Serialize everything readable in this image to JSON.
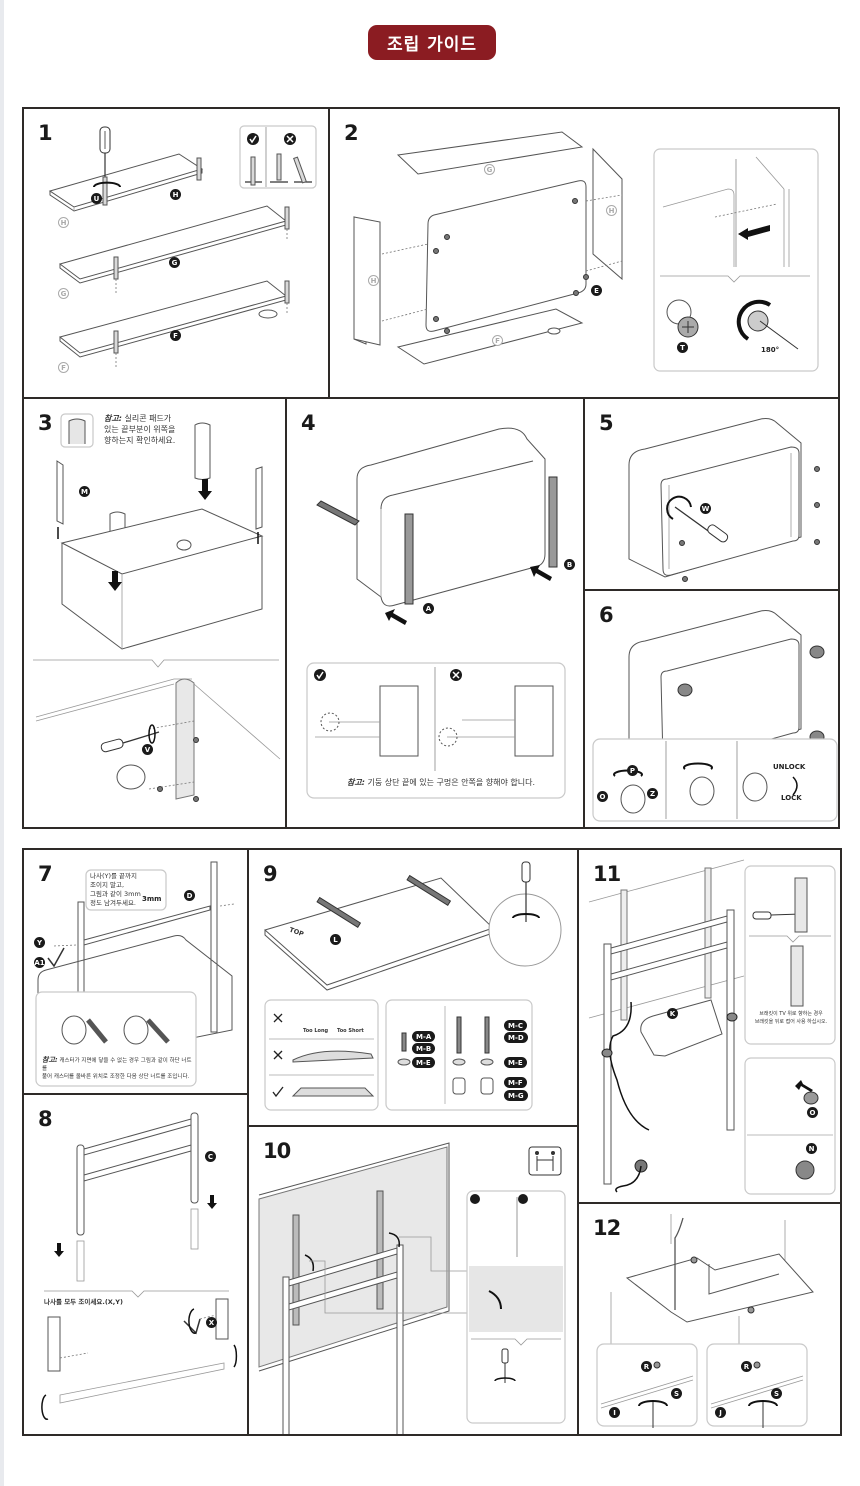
{
  "page": {
    "title": "조립 가이드",
    "accent_color": "#8b1c22",
    "frame_color": "#2e2a28"
  },
  "steps": [
    {
      "number": "1",
      "part_labels": [
        "U",
        "H",
        "G",
        "F"
      ],
      "faded_labels": [
        "H",
        "G",
        "F"
      ],
      "icons": [
        "screwdriver-icon",
        "rotate-icon",
        "correct-check-icon",
        "incorrect-x-icon",
        "cam-bolt-icon"
      ]
    },
    {
      "number": "2",
      "part_labels": [
        "E",
        "T"
      ],
      "faded_labels": [
        "G",
        "H",
        "H",
        "F"
      ],
      "angle_label": "180°",
      "icons": [
        "panel-icon",
        "cam-lock-icon",
        "rotate-icon",
        "arrow-icon"
      ]
    },
    {
      "number": "3",
      "part_labels": [
        "M",
        "V"
      ],
      "note_prefix": "참고:",
      "note_text": "실리콘 패드가 있는 끝부분이 위쪽을 향하는지 확인하세요.",
      "note_lines": [
        "실리콘 패드가",
        "있는 끝부분이 위쪽을",
        "향하는지 확인하세요."
      ],
      "icons": [
        "pad-cover-icon",
        "down-arrow-icon",
        "screwdriver-icon"
      ]
    },
    {
      "number": "4",
      "part_labels": [
        "A",
        "B"
      ],
      "note_prefix": "참고:",
      "note_text": "기둥 상단 끝에 있는 구멍은 안쪽을 향해야 합니다.",
      "icons": [
        "correct-check-icon",
        "incorrect-x-icon",
        "arrow-icon"
      ]
    },
    {
      "number": "5",
      "part_labels": [
        "W"
      ],
      "icons": [
        "screwdriver-icon",
        "rotate-icon",
        "screw-icon"
      ]
    },
    {
      "number": "6",
      "part_labels": [
        "P",
        "O",
        "Z"
      ],
      "unlock_label": "UNLOCK",
      "lock_label": "LOCK",
      "icons": [
        "caster-icon",
        "rotate-icon",
        "curved-arrow-icon"
      ]
    },
    {
      "number": "7",
      "part_labels": [
        "D",
        "Y",
        "A1"
      ],
      "callout_lines": [
        "나사(Y)를 끝까지",
        "조이지 말고,",
        "그림과 같이 3mm",
        "정도 남겨두세요."
      ],
      "measure_label": "3mm",
      "note_prefix": "참고:",
      "note_lines": [
        "캐스터가 지면에 닿을 수 없는 경우 그림과 같이 하단 너트를",
        "풀어 캐스터를 올바른 위치로 조정한 다음 상단 너트를 조입니다."
      ],
      "icons": [
        "allen-key-icon",
        "wrench-icon",
        "caster-icon"
      ]
    },
    {
      "number": "8",
      "part_labels": [
        "C",
        "X"
      ],
      "instruction": "나사를 모두 조이세요.(X,Y)",
      "icons": [
        "down-arrow-icon",
        "allen-key-icon",
        "rotate-icon"
      ]
    },
    {
      "number": "9",
      "part_labels": [
        "L"
      ],
      "top_label": "TOP",
      "too_long_label": "Too Long",
      "too_short_label": "Too Short",
      "hardware_labels": [
        "M-A",
        "M-B",
        "M-E",
        "M-C",
        "M-D",
        "M-E",
        "M-F",
        "M-G"
      ],
      "icons": [
        "screwdriver-icon",
        "incorrect-x-icon",
        "correct-check-icon",
        "bolt-icon",
        "washer-icon",
        "spacer-icon"
      ]
    },
    {
      "number": "10",
      "icons": [
        "two-person-lift-icon",
        "correct-check-icon",
        "incorrect-x-icon",
        "curved-arrow-icon",
        "screwdriver-icon"
      ]
    },
    {
      "number": "11",
      "part_labels": [
        "K",
        "O",
        "N"
      ],
      "note_lines": [
        "브래킷이 TV 위로 향하는 경우",
        "브래킷을 뒤로 접어 사용 하십시오."
      ],
      "icons": [
        "screwdriver-icon",
        "rotate-icon",
        "basket-icon",
        "cable-clip-icon",
        "grommet-icon"
      ]
    },
    {
      "number": "12",
      "part_labels": [
        "R",
        "S",
        "I",
        "R",
        "S",
        "J"
      ],
      "icons": [
        "shelf-icon",
        "knob-icon",
        "rotate-icon",
        "arrow-icon"
      ]
    }
  ]
}
